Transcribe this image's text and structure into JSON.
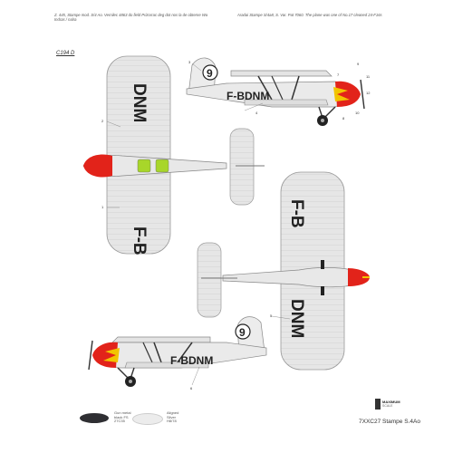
{
  "text": {
    "left_caption": "Z. 445, Stampe mod. S/4 Ao. Vernilec 4863 do field Prizorrac deg dot nos la de obtenre Wa Indras / nalra",
    "right_caption": "Aradai Stampe S/4a8, S. Var. Pat 7060. The plane was one of No.17 cleaned 24-F16s",
    "scheme_code": "C194 D",
    "registration_top": "F-BDNM",
    "registration_wing_left": "F-B",
    "registration_wing_right": "DNM",
    "fin_number": "9",
    "footer_code": "7XXC27 Stampe S.4Ao",
    "footer_brand": "MAXIMUM",
    "footer_sub": "SCALE"
  },
  "callouts": [
    "2",
    "1",
    "3",
    "4",
    "5",
    "6",
    "7",
    "8",
    "9",
    "10",
    "11",
    "12"
  ],
  "swatches": [
    {
      "label_1": "Gun metal",
      "label_2": "black FS",
      "label_3": "27C35",
      "color": "#2f2f33"
    },
    {
      "label_1": "Aligned",
      "label_2": "Silver",
      "label_3": "H8/78",
      "color": "#ececec"
    }
  ],
  "colors": {
    "silver": "#e6e6e6",
    "fabric_line": "#c9c9c9",
    "outline": "#8a8a8a",
    "red": "#e2231a",
    "yellow": "#f2c400",
    "green": "#a8d62a",
    "dark": "#222222"
  }
}
